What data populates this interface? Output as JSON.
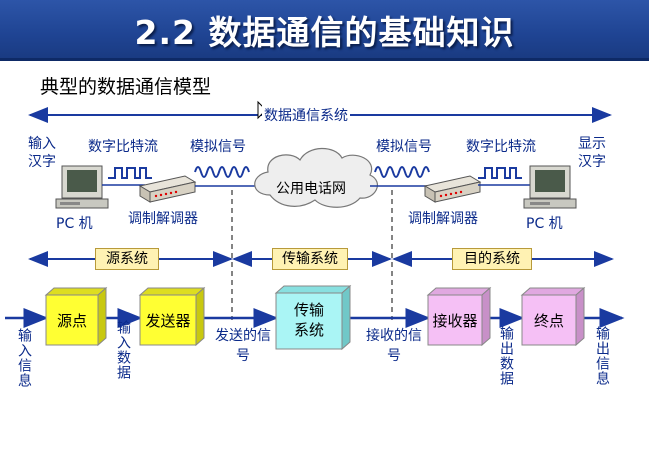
{
  "slide": {
    "title": "2.2 数据通信的基础知识",
    "subtitle": "典型的数据通信模型"
  },
  "network": {
    "system_label": "数据通信系统",
    "input_text": "输入汉字",
    "display_text": "显示汉字",
    "digital_stream_left": "数字比特流",
    "analog_left": "模拟信号",
    "cloud": "公用电话网",
    "analog_right": "模拟信号",
    "digital_stream_right": "数字比特流",
    "pc_left": "PC 机",
    "modem_left": "调制解调器",
    "modem_right": "调制解调器",
    "pc_right": "PC 机"
  },
  "systems": {
    "source": "源系统",
    "transmission": "传输系统",
    "destination": "目的系统"
  },
  "blocks": {
    "source_point": "源点",
    "transmitter": "发送器",
    "transmission_system": "传输系统",
    "receiver": "接收器",
    "destination_point": "终点"
  },
  "flow": {
    "input_info": "输入信息",
    "input_data": "输入数据",
    "sent_signal": "发送的信号",
    "received_signal": "接收的信号",
    "output_data": "输出数据",
    "output_info": "输出信息"
  },
  "colors": {
    "title_bg": "#1f4493",
    "arrow": "#1a3aa0",
    "yellow_block": "#ffff33",
    "cyan_block": "#aaf5f5",
    "pink_block": "#f5c0f5",
    "system_box": "#fff2b3"
  }
}
